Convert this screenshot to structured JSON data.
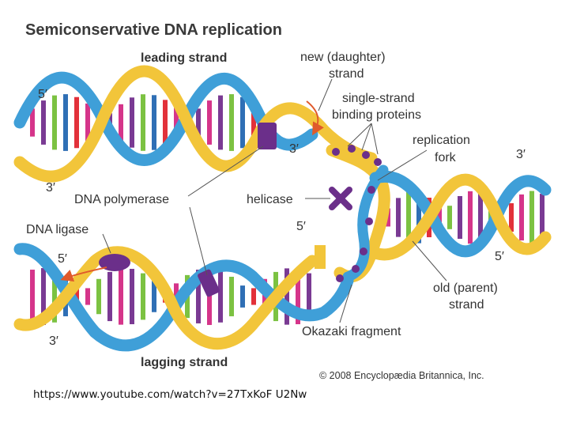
{
  "title": "Semiconservative DNA replication",
  "labels": {
    "leading_strand": "leading strand",
    "lagging_strand": "lagging strand",
    "new_daughter_strand_line1": "new (daughter)",
    "new_daughter_strand_line2": "strand",
    "ssb_line1": "single-strand",
    "ssb_line2": "binding proteins",
    "replication_fork_line1": "replication",
    "replication_fork_line2": "fork",
    "dna_polymerase": "DNA polymerase",
    "helicase": "helicase",
    "dna_ligase": "DNA ligase",
    "old_parent_strand_line1": "old (parent)",
    "old_parent_strand_line2": "strand",
    "okazaki_fragment": "Okazaki fragment"
  },
  "ends": {
    "top_left_5": "5′",
    "top_left_3": "3′",
    "top_mid_3": "3′",
    "right_3": "3′",
    "right_5": "5′",
    "mid_5": "5′",
    "bottom_left_5": "5′",
    "bottom_left_3": "3′"
  },
  "copyright": "© 2008 Encyclopædia Britannica, Inc.",
  "source_url": "https://www.youtube.com/watch?v=27TxKoF U2Nw",
  "colors": {
    "backbone_blue": "#3f9fd8",
    "backbone_yellow": "#f2c53a",
    "base_pink": "#d5358a",
    "base_purple": "#7a3a93",
    "base_green": "#7cc242",
    "base_blue": "#2f6fb5",
    "base_red": "#e2313a",
    "enzyme_purple": "#6b2f8a",
    "arrow_red": "#e05a2b"
  }
}
